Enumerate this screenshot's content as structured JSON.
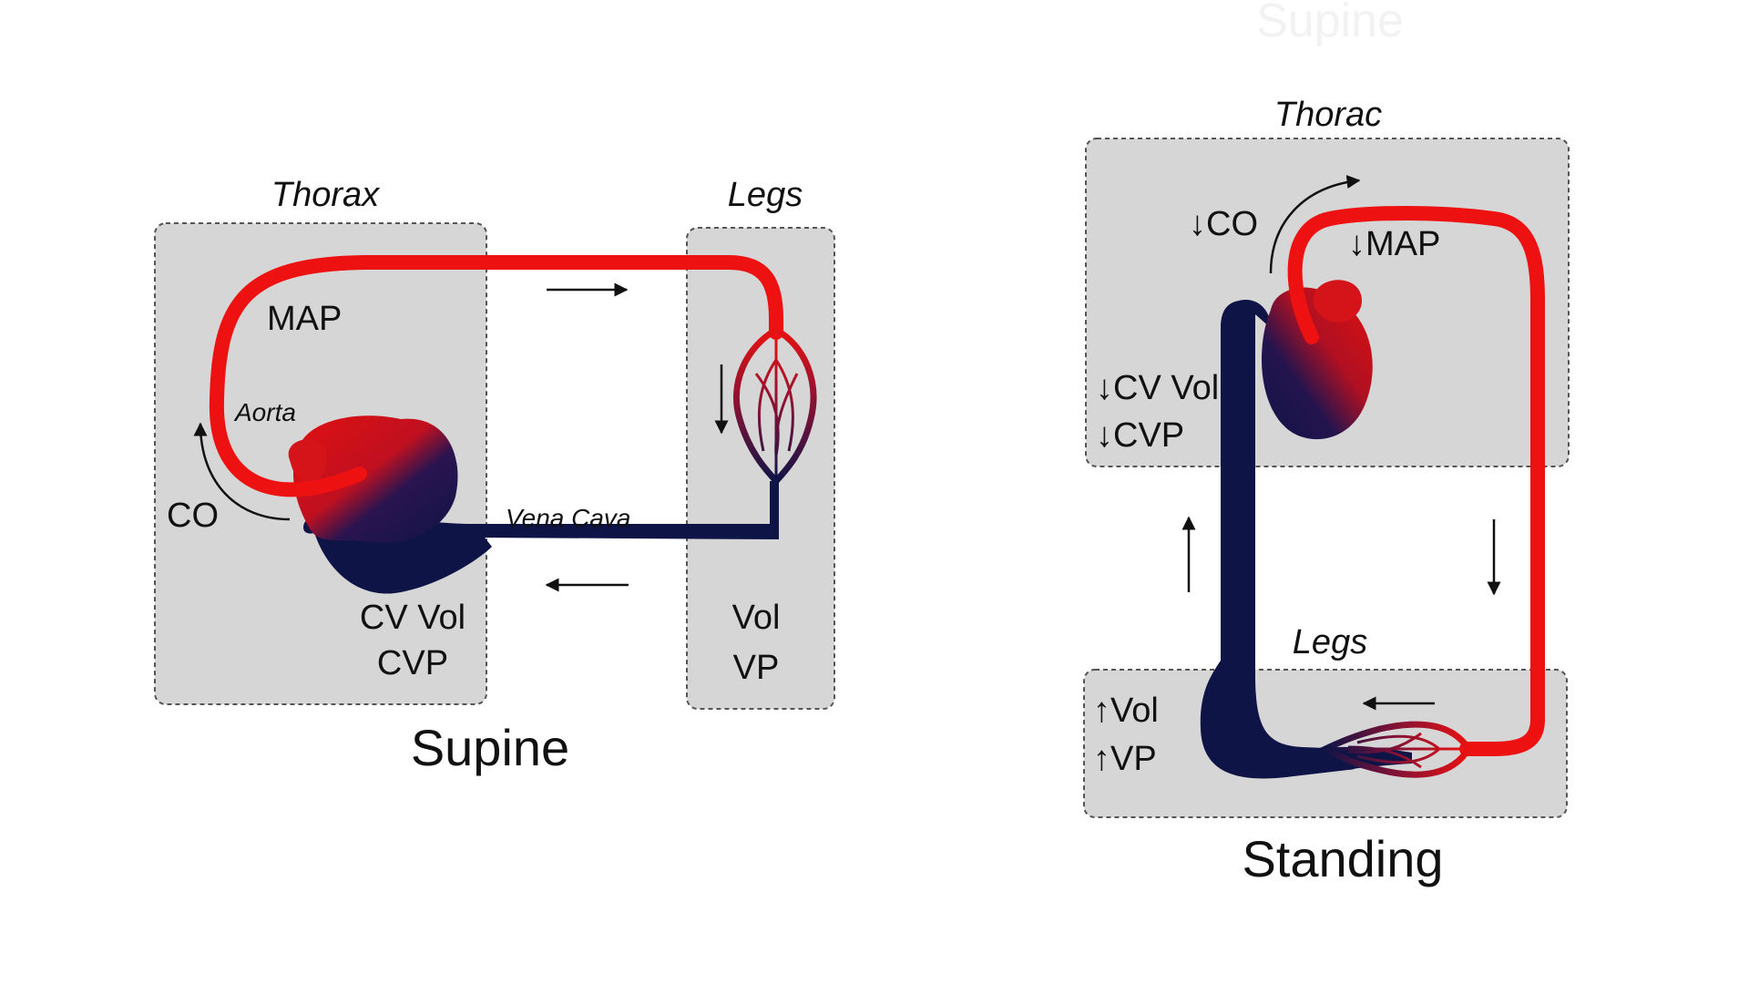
{
  "supine": {
    "thorax_label": "Thorax",
    "legs_label": "Legs",
    "map_label": "MAP",
    "aorta_label": "Aorta",
    "co_label": "CO",
    "vena_cava_label": "Vena Cava",
    "cv_vol_label": "CV Vol",
    "cvp_label": "CVP",
    "vol_label": "Vol",
    "vp_label": "VP",
    "caption": "Supine"
  },
  "standing": {
    "faded_heading": "Supine",
    "thorax_label": "Thorac",
    "co_label": "↓CO",
    "map_label": "↓MAP",
    "cv_vol_label": "↓CV Vol",
    "cvp_label": "↓CVP",
    "legs_label": "Legs",
    "vol_label": "↑Vol",
    "vp_label": "↑VP",
    "caption": "Standing"
  },
  "colors": {
    "artery": "#ee1111",
    "vein": "#0f1447",
    "box_fill": "#d6d6d6",
    "box_border": "#555555"
  }
}
